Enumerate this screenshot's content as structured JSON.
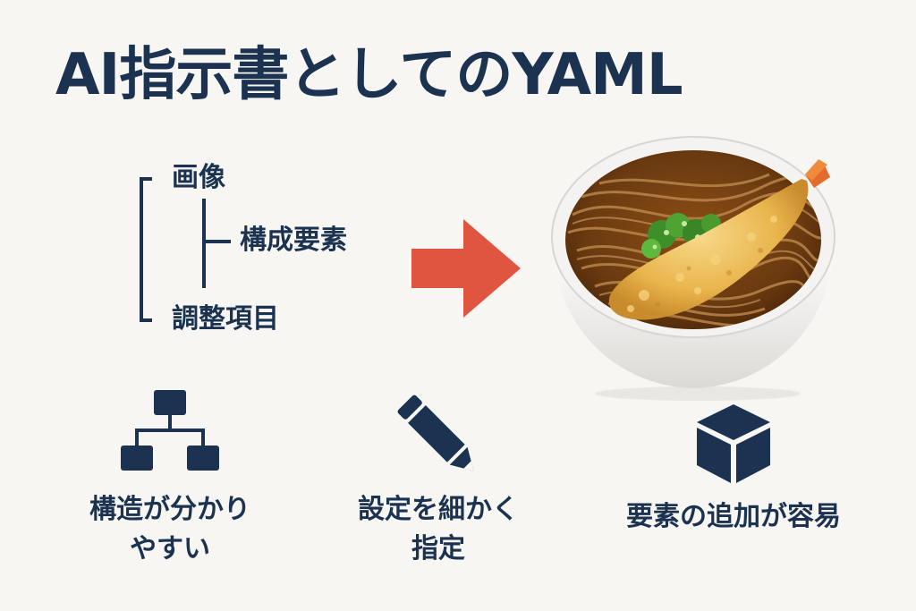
{
  "title": "AI指示書としてのYAML",
  "tree": {
    "root": "画像",
    "child": "構成要素",
    "sibling": "調整項目"
  },
  "features": [
    {
      "icon": "hierarchy-icon",
      "line1": "構造が分かり",
      "line2": "やすい"
    },
    {
      "icon": "pencil-icon",
      "line1": "設定を細かく",
      "line2": "指定"
    },
    {
      "icon": "cube-icon",
      "line1": "要素の追加が容易",
      "line2": ""
    }
  ],
  "colors": {
    "primary": "#1b3350",
    "arrow": "#e0553f",
    "background": "#f7f6f3"
  }
}
